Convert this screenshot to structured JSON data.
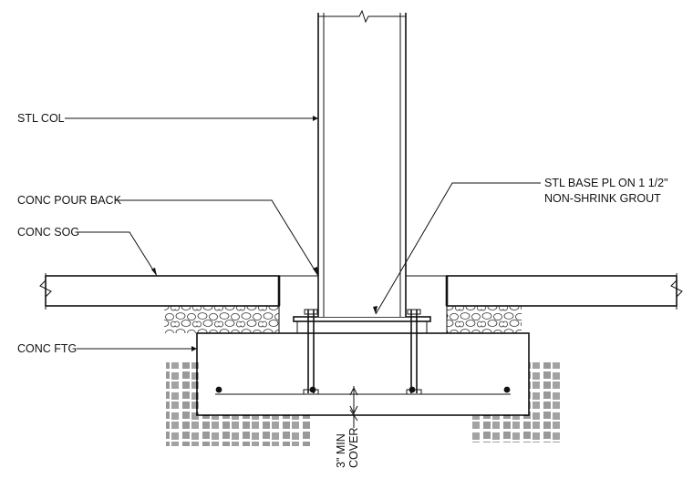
{
  "labels": {
    "stl_col": "STL COL",
    "conc_pour_back": "CONC POUR BACK",
    "conc_sog": "CONC SOG",
    "conc_ftg": "CONC FTG",
    "stl_base_pl_line1": "STL BASE PL ON 1 1/2\"",
    "stl_base_pl_line2": "NON-SHRINK GROUT",
    "cover_line1": "3\" MIN",
    "cover_line2": "COVER"
  }
}
